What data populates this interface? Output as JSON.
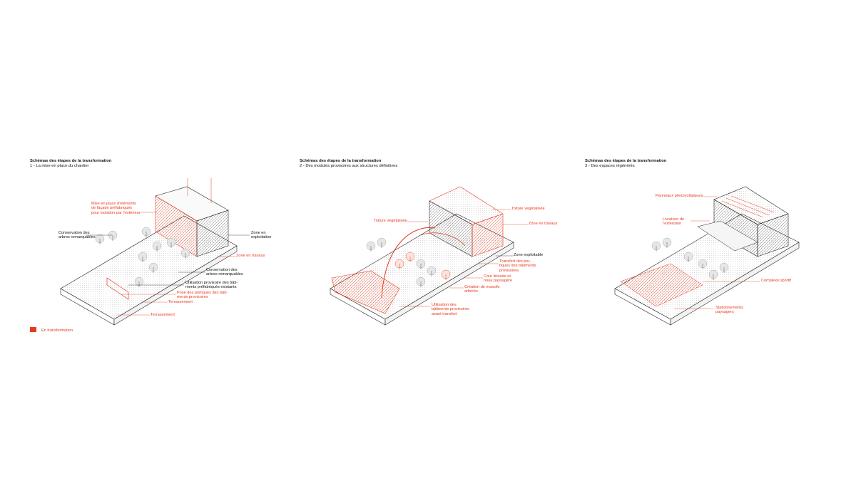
{
  "accent_color": "#e8391e",
  "panels": [
    {
      "title": "Schémas des étapes de la transformation",
      "subtitle": "1 - La mise en place du chantier",
      "labels": {
        "facade": "Mise en place d'éléments\nde façade préfabriqués\npour isolation par l'extérieur",
        "trees_left": "Conservation des\narbres remarquables",
        "zone_exploitation": "Zone en\nexploitation",
        "zone_travaux": "Zone en travaux",
        "trees_right": "Conservation des\narbres remarquables",
        "provisional_use": "Utilisation provisoire des bâti-\nments préfabriqués existants",
        "portiques": "Pose des portiques des bâti-\nments provisoires",
        "terrassement_1": "Terrassement",
        "terrassement_2": "Terrassement"
      }
    },
    {
      "title": "Schémas des étapes de la transformation",
      "subtitle": "2 - Des modules provisoires aux structures définitives",
      "labels": {
        "toiture_left": "Toiture végétalisée",
        "toiture_right": "Toiture végétalisée",
        "zone_travaux": "Zone en travaux",
        "zone_exploitable": "Zone exploitable",
        "transfert": "Transfert des por-\ntiques des bâtiments\nprovisoires",
        "cour": "Cour linéaire et\nnoue paysagère",
        "massifs": "Création de massifs\narborés",
        "utilisation": "Utilisation des\nbâtiments provisoires\navant transfert"
      }
    },
    {
      "title": "Schémas des étapes de la transformation",
      "subtitle": "3 - Des espaces régénérés",
      "labels": {
        "panneaux": "Panneaux photovoltaïques",
        "livraison": "Livraison de\nl'extension",
        "complexe": "Complexe sportif",
        "stationnements": "Stationnements\npaysagers"
      }
    }
  ],
  "legend": {
    "label": "En transformation",
    "color": "#e8391e"
  }
}
